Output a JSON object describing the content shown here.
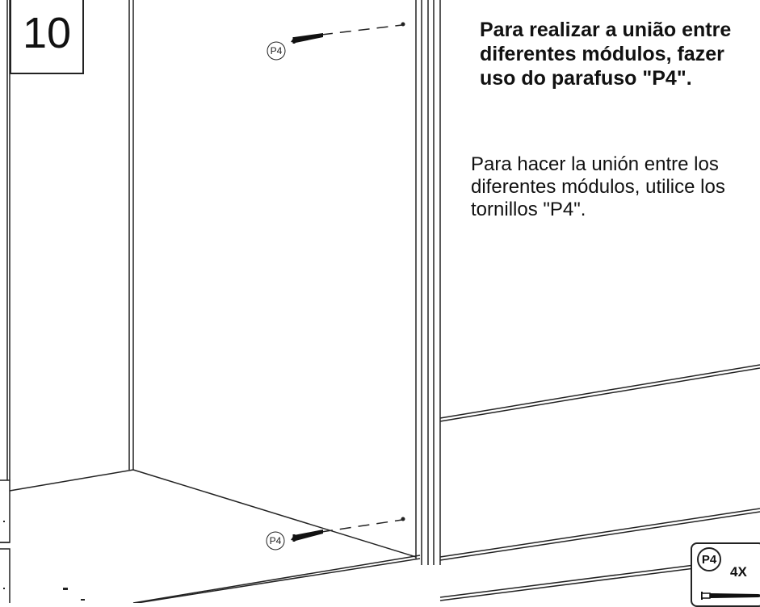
{
  "step": {
    "number": "10"
  },
  "instructions": {
    "pt": "Para realizar a união entre diferentes módulos, fazer uso do parafuso \"P4\".",
    "es": "Para hacer la unión entre los diferentes módulos, utilice los tornillos \"P4\"."
  },
  "callouts": {
    "top": "P4",
    "bottom": "P4"
  },
  "parts": {
    "id": "P4",
    "quantity": "4X"
  },
  "colors": {
    "line": "#222222",
    "background": "#ffffff"
  }
}
